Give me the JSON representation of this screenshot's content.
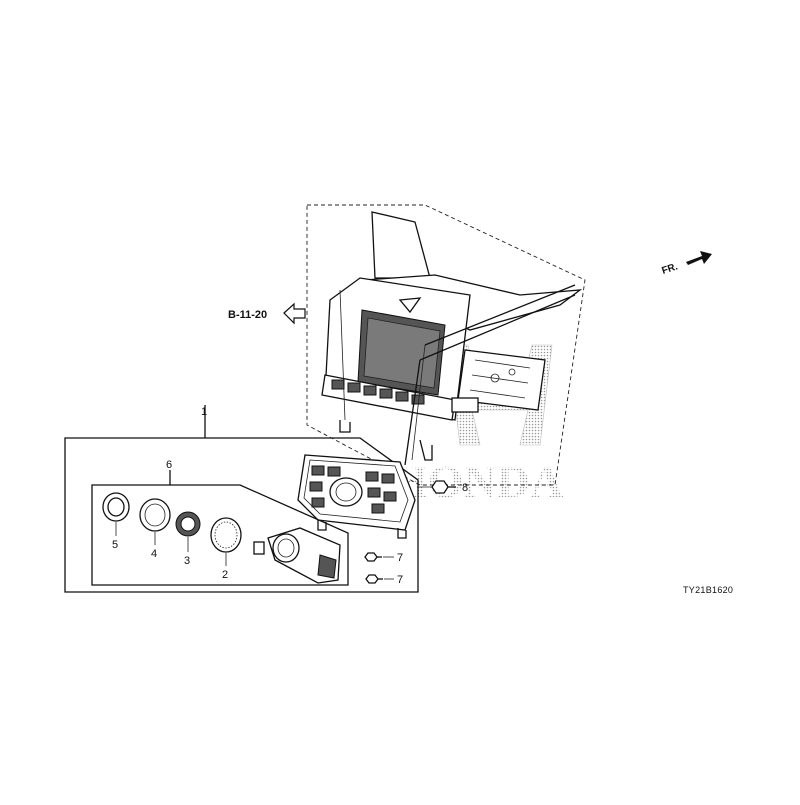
{
  "diagram": {
    "reference_label": "B-11-20",
    "direction_label": "FR.",
    "drawing_code": "TY21B1620",
    "brand_watermark": "HONDA",
    "callouts": [
      "1",
      "2",
      "3",
      "4",
      "5",
      "6",
      "7",
      "7",
      "8"
    ]
  }
}
